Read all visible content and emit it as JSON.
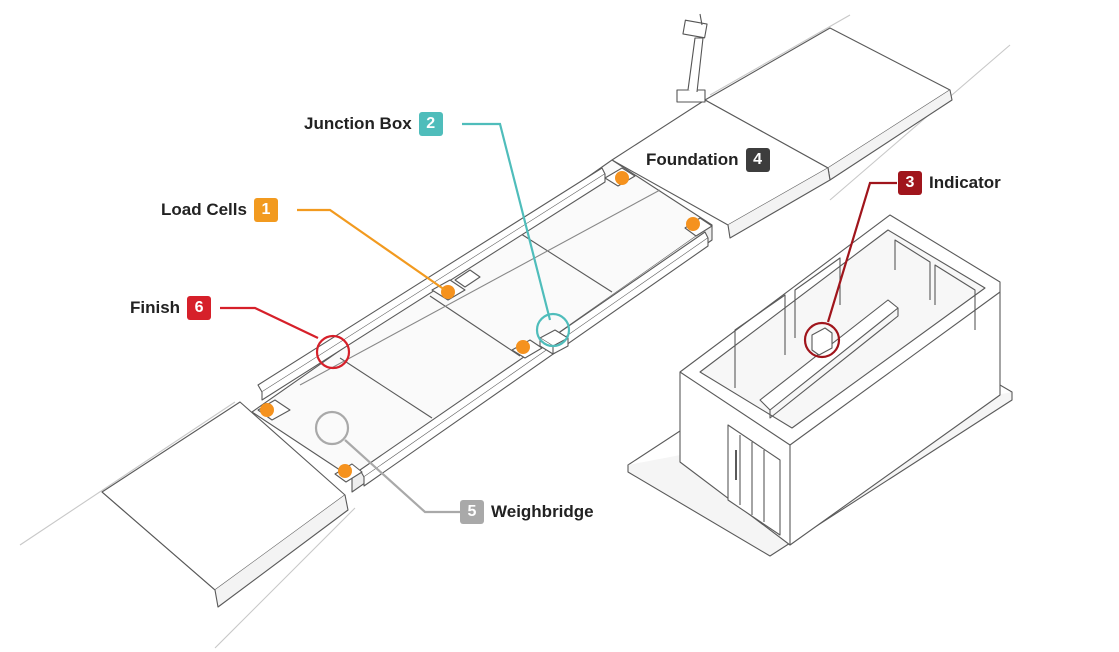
{
  "callouts": [
    {
      "id": "load-cells",
      "label": "Load Cells",
      "number": "1",
      "color": "#f29a1f"
    },
    {
      "id": "junction-box",
      "label": "Junction Box",
      "number": "2",
      "color": "#4fbdbb"
    },
    {
      "id": "indicator",
      "label": "Indicator",
      "number": "3",
      "color": "#a0151c"
    },
    {
      "id": "foundation",
      "label": "Foundation",
      "number": "4",
      "color": "#3d3d3d"
    },
    {
      "id": "weighbridge",
      "label": "Weighbridge",
      "number": "5",
      "color": "#a9a9a9"
    },
    {
      "id": "finish",
      "label": "Finish",
      "number": "6",
      "color": "#d6202a"
    }
  ],
  "load_cell_color": "#f5921e"
}
